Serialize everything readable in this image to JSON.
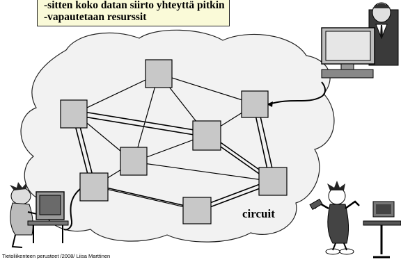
{
  "callout": {
    "lines": [
      "-sitten koko datan siirto yhteyttä pitkin",
      "-vapautetaan resurssit"
    ]
  },
  "network": {
    "label": "circuit"
  },
  "footer": {
    "text": "Tietoliikenteen perusteet /2008/  Liisa Marttinen"
  }
}
